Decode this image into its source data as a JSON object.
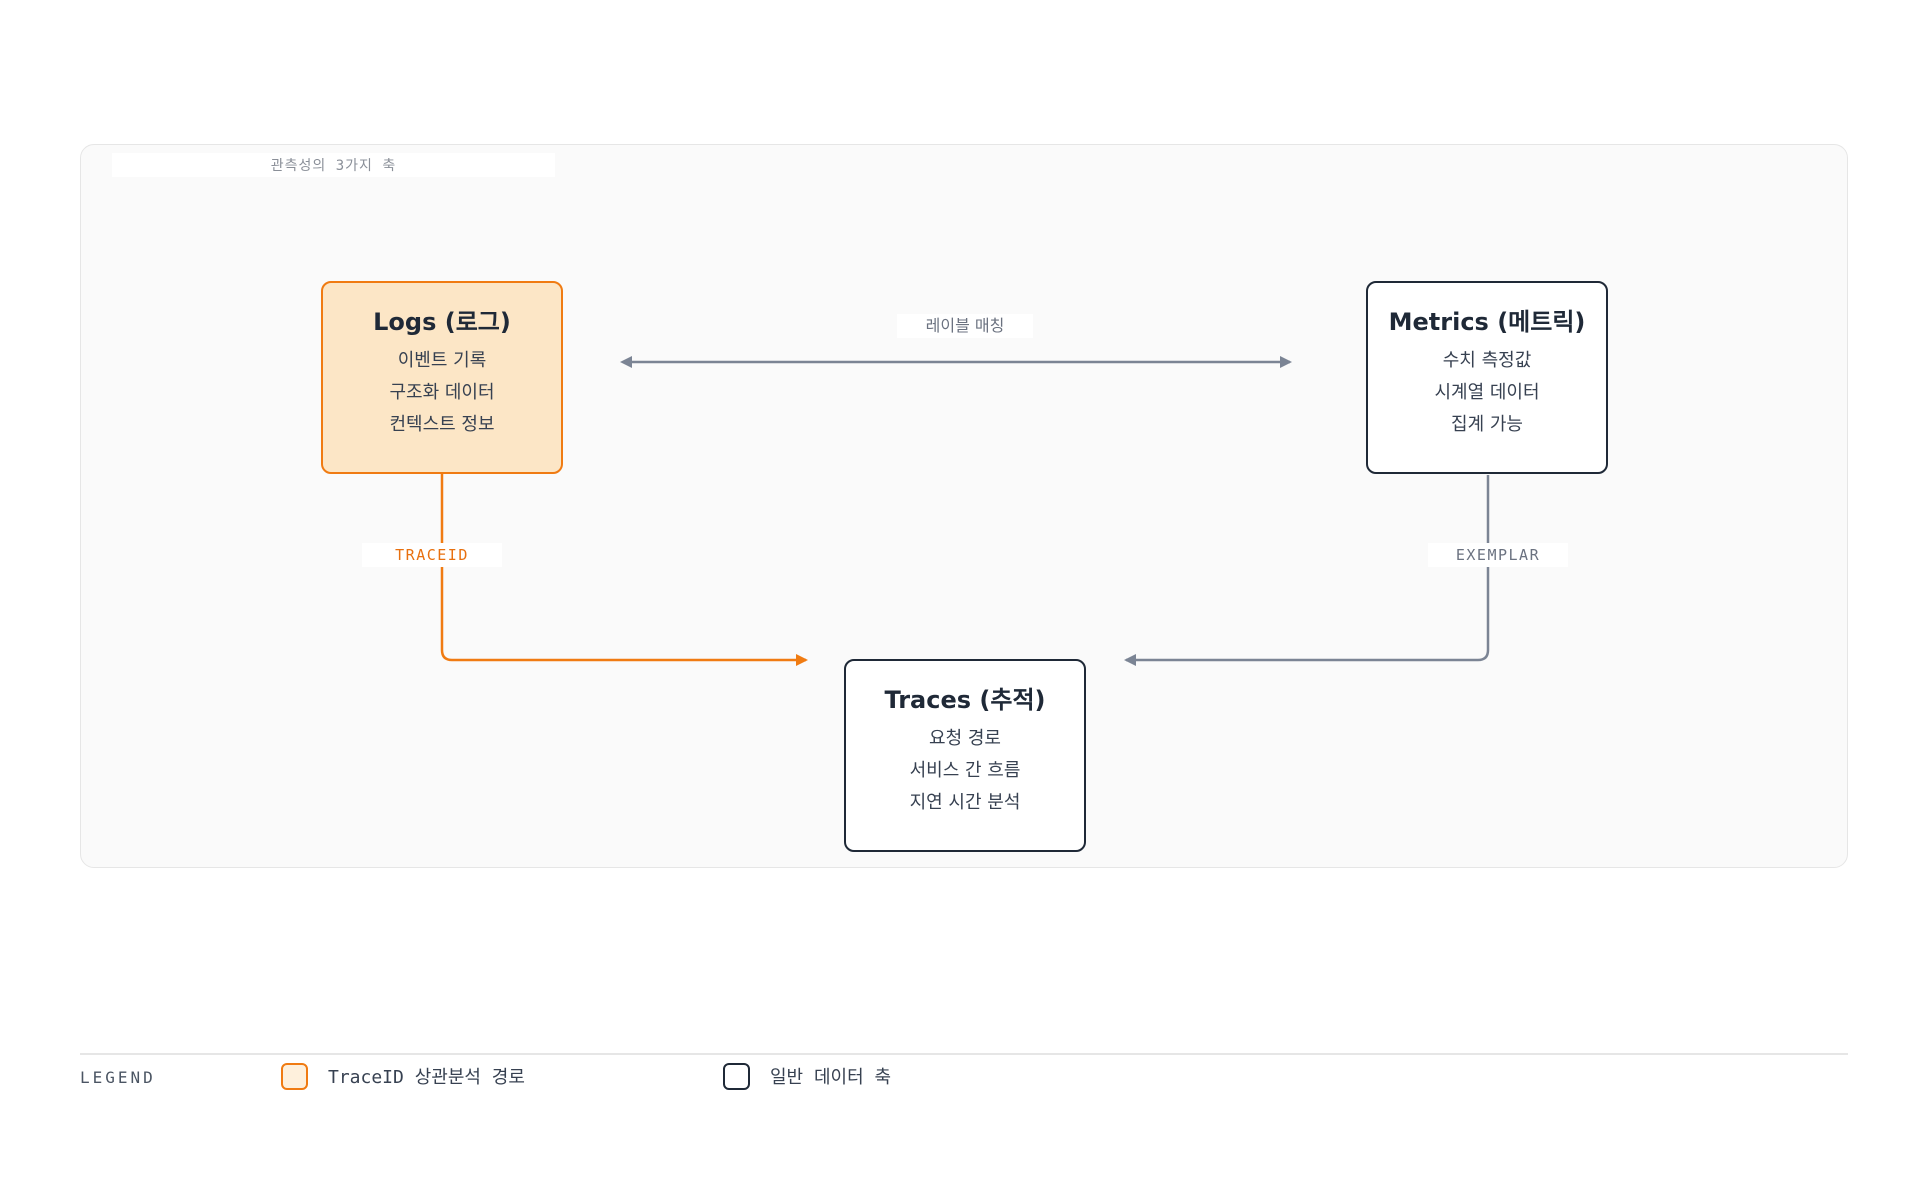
{
  "group": {
    "label": "관측성의 3가지 축"
  },
  "nodes": {
    "logs": {
      "title": "Logs (로그)",
      "lines": [
        "이벤트 기록",
        "구조화 데이터",
        "컨텍스트 정보"
      ]
    },
    "metrics": {
      "title": "Metrics (메트릭)",
      "lines": [
        "수치 측정값",
        "시계열 데이터",
        "집계 가능"
      ]
    },
    "traces": {
      "title": "Traces (추적)",
      "lines": [
        "요청 경로",
        "서비스 간 흐름",
        "지연 시간 분석"
      ]
    }
  },
  "edges": {
    "label_match": "레이블 매칭",
    "traceid": "TRACEID",
    "exemplar": "EXEMPLAR"
  },
  "legend": {
    "title": "LEGEND",
    "items": [
      {
        "label": "TraceID 상관분석 경로"
      },
      {
        "label": "일반 데이터 축"
      }
    ]
  },
  "colors": {
    "accent": "#f07b12",
    "accent_fill": "#fce6c6",
    "ink": "#1f2937",
    "edge_gray": "#7b8494"
  }
}
